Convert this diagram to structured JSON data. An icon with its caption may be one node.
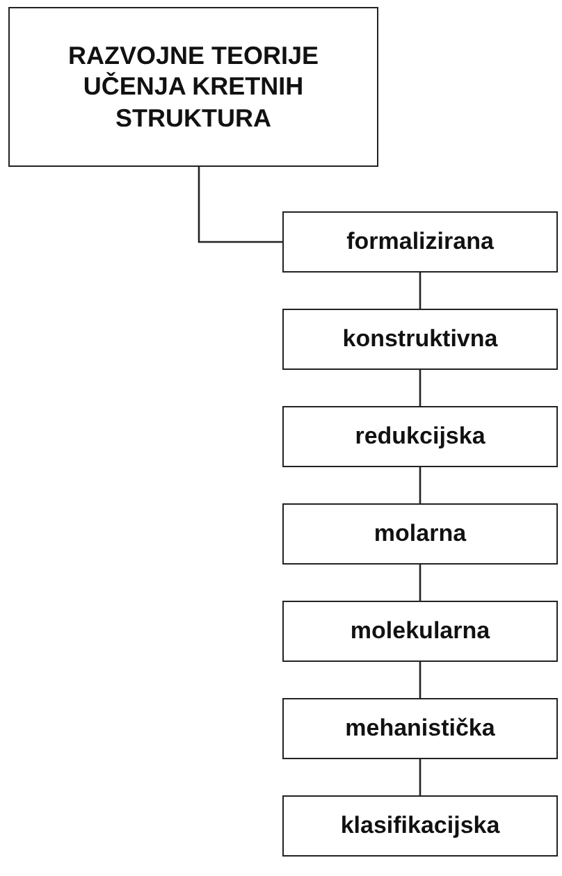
{
  "diagram": {
    "nodes": [
      {
        "text": [
          "RAZVOJNE TEORIJE UČENJA KRETNIH STRUKTURA"
        ]
      },
      {
        "text": [
          "formalizirana"
        ]
      },
      {
        "text": [
          "konstruktivna"
        ]
      },
      {
        "text": [
          "redukcijska"
        ]
      },
      {
        "text": [
          "molarna"
        ]
      },
      {
        "text": [
          "molekularna"
        ]
      },
      {
        "text": [
          "mehanistička"
        ]
      },
      {
        "text": [
          "klasifikacijska"
        ]
      }
    ],
    "edges": [
      {
        "from": 0,
        "to": 1,
        "arrow": "none"
      },
      {
        "from": 1,
        "to": 2,
        "arrow": "none"
      },
      {
        "from": 2,
        "to": 3,
        "arrow": "none"
      },
      {
        "from": 3,
        "to": 4,
        "arrow": "none"
      },
      {
        "from": 4,
        "to": 5,
        "arrow": "none"
      },
      {
        "from": 5,
        "to": 6,
        "arrow": "none"
      },
      {
        "from": 6,
        "to": 7,
        "arrow": "none"
      }
    ]
  }
}
